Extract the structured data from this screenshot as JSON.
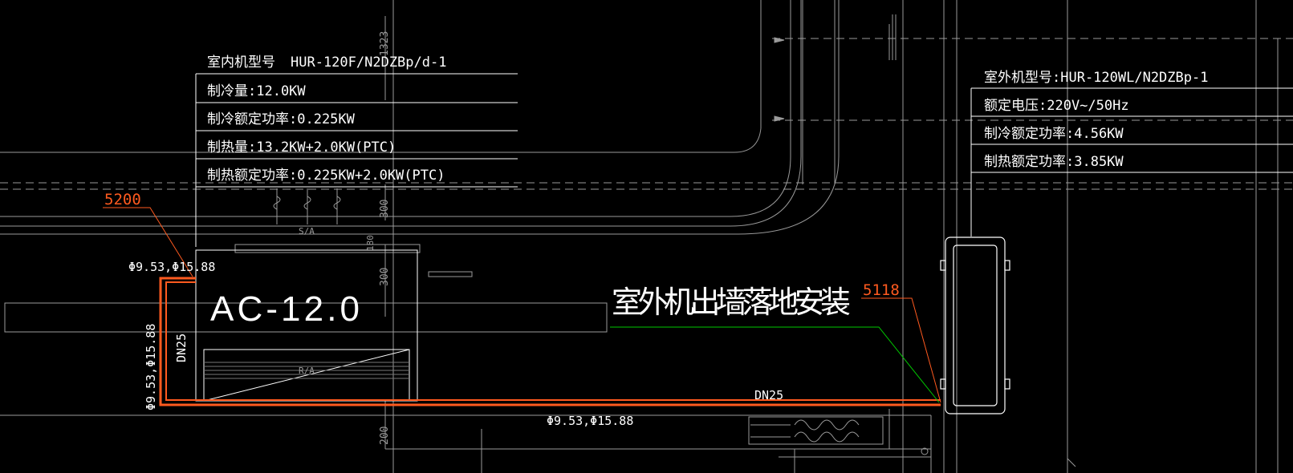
{
  "indoor_table": {
    "model_label": "室内机型号",
    "model_value": "HUR-120F/N2DZBp/d-1",
    "cooling_capacity": "制冷量:12.0KW",
    "cooling_rated_power": "制冷额定功率:0.225KW",
    "heating_capacity": "制热量:13.2KW+2.0KW(PTC)",
    "heating_rated_power": "制热额定功率:0.225KW+2.0KW(PTC)"
  },
  "outdoor_table": {
    "model": "室外机型号:HUR-120WL/N2DZBp-1",
    "rated_voltage": "额定电压:220V~/50Hz",
    "cooling_rated_power": "制冷额定功率:4.56KW",
    "heating_rated_power": "制热额定功率:3.85KW"
  },
  "unit_label": "AC-12.0",
  "install_note": "室外机出墙落地安装",
  "leaders": {
    "left_tag": "5200",
    "right_tag": "5118"
  },
  "pipes": {
    "size_top": "Φ9.53,Φ15.88",
    "size_left": "Φ9.53,Φ15.88",
    "size_bottom": "Φ9.53,Φ15.88",
    "drain_vertical": "DN25",
    "drain_horizontal": "DN25"
  },
  "dimensions": {
    "d1323": "1323",
    "d300a": "300",
    "d300b": "300",
    "d200": "200",
    "d180": "180",
    "sa": "S/A",
    "ra": "R/A"
  },
  "colors": {
    "background": "#000000",
    "pipe": "#ff5a1f",
    "leader": "#00c800",
    "line": "#ffffff"
  }
}
